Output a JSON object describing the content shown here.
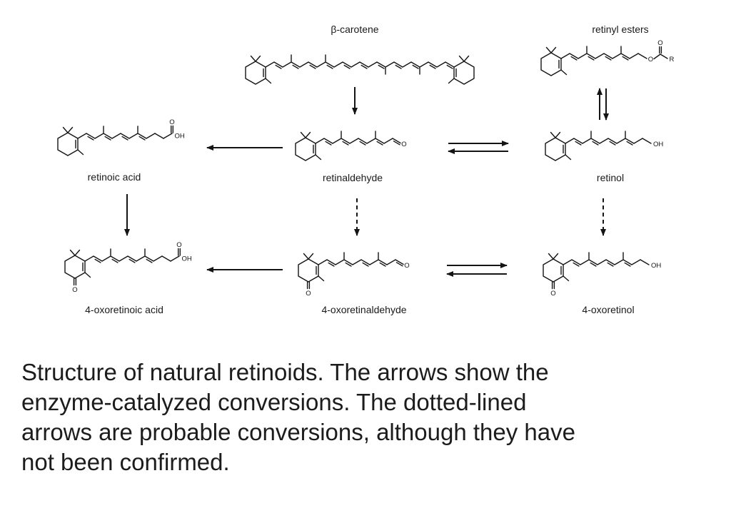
{
  "figure": {
    "labels": {
      "beta_carotene": "β-carotene",
      "retinyl_esters": "retinyl esters",
      "retinoic_acid": "retinoic acid",
      "retinaldehyde": "retinaldehyde",
      "retinol": "retinol",
      "oxo_retinoic_acid": "4-oxoretinoic acid",
      "oxo_retinaldehyde": "4-oxoretinaldehyde",
      "oxo_retinol": "4-oxoretinol"
    },
    "atoms": {
      "o": "O",
      "oh": "OH",
      "r": "R"
    },
    "conversions": [
      {
        "from": "β-carotene",
        "to": "retinaldehyde",
        "style": "solid",
        "direction": "one-way"
      },
      {
        "from": "retinyl esters",
        "to": "retinol",
        "style": "solid",
        "direction": "reversible"
      },
      {
        "from": "retinaldehyde",
        "to": "retinoic acid",
        "style": "solid",
        "direction": "one-way"
      },
      {
        "from": "retinaldehyde",
        "to": "retinol",
        "style": "solid",
        "direction": "reversible"
      },
      {
        "from": "retinoic acid",
        "to": "4-oxoretinoic acid",
        "style": "solid",
        "direction": "one-way"
      },
      {
        "from": "retinaldehyde",
        "to": "4-oxoretinaldehyde",
        "style": "dashed",
        "direction": "one-way"
      },
      {
        "from": "retinol",
        "to": "4-oxoretinol",
        "style": "dashed",
        "direction": "one-way"
      },
      {
        "from": "4-oxoretinaldehyde",
        "to": "4-oxoretinoic acid",
        "style": "solid",
        "direction": "one-way"
      },
      {
        "from": "4-oxoretinaldehyde",
        "to": "4-oxoretinol",
        "style": "solid",
        "direction": "reversible"
      }
    ]
  },
  "caption": {
    "lines": [
      "Structure of natural retinoids. The arrows show the",
      "enzyme-catalyzed conversions. The dotted-lined",
      "arrows are probable conversions, although they have",
      "not been confirmed."
    ]
  }
}
